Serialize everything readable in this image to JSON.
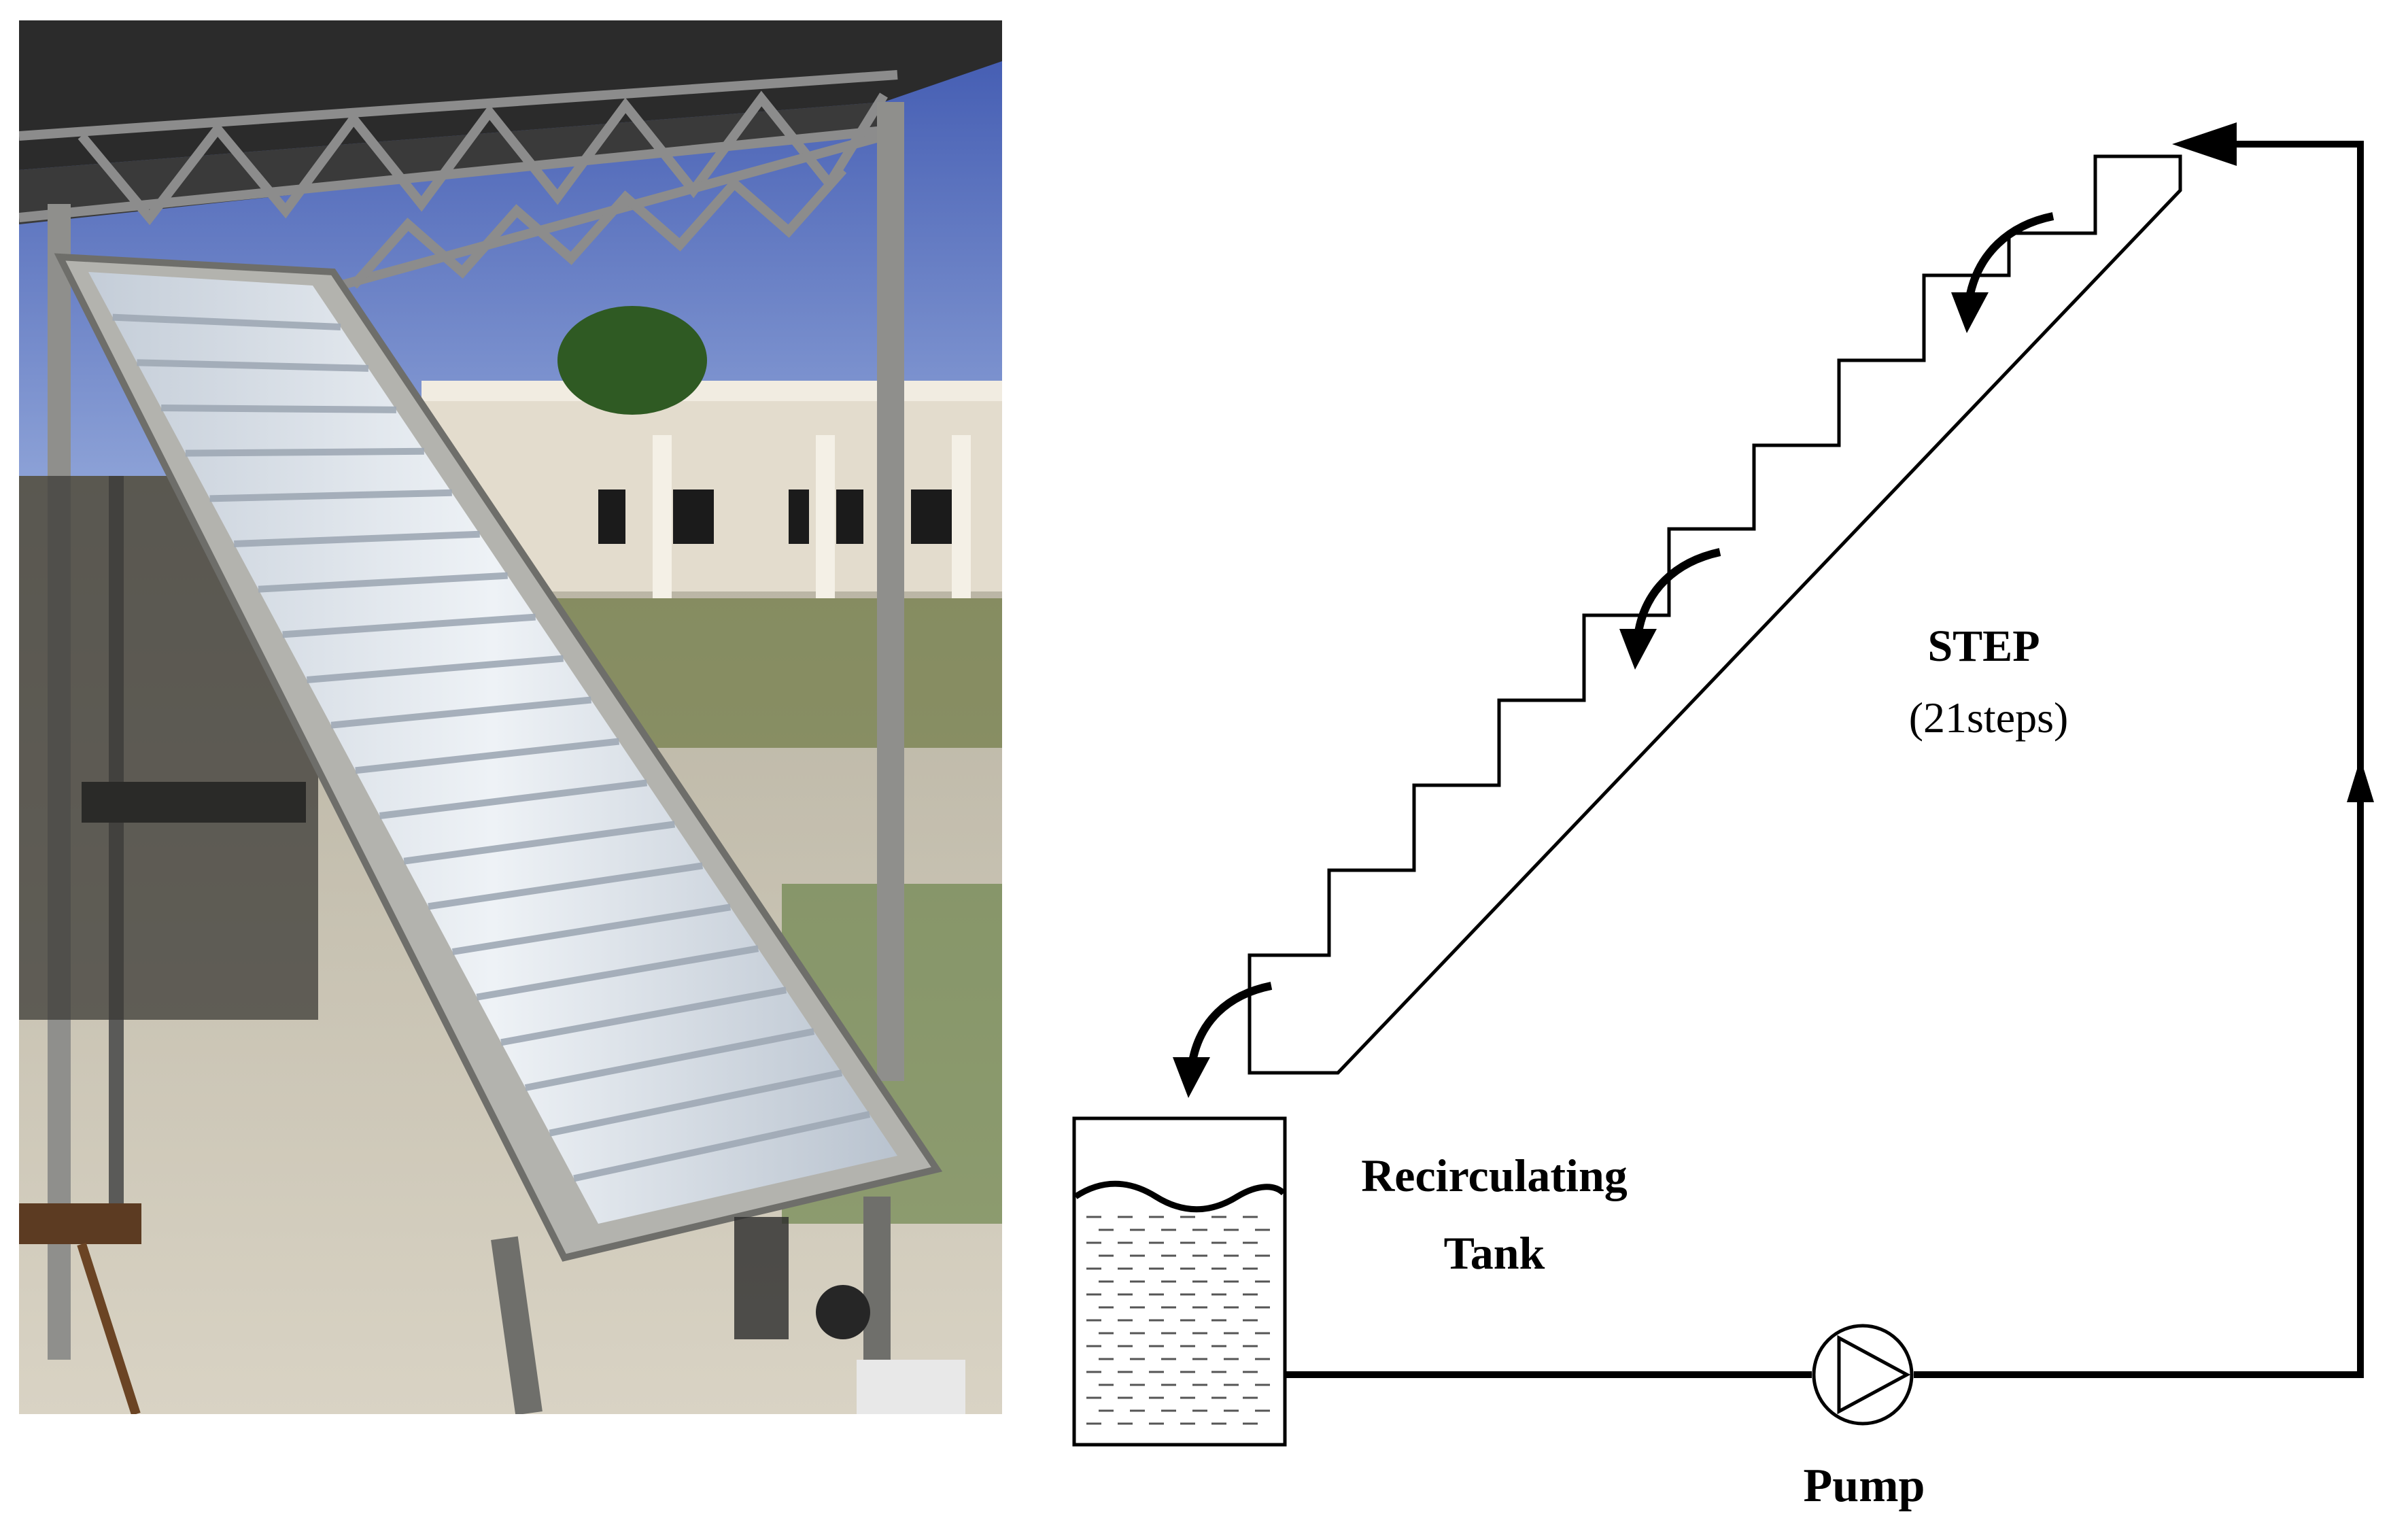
{
  "photo": {
    "description_hidden": ""
  },
  "diagram": {
    "step_title": "STEP",
    "step_count": "(21steps)",
    "tank_label_line1": "Recirculating",
    "tank_label_line2": "Tank",
    "pump_label": "Pump"
  },
  "colors": {
    "line": "#000000",
    "sky": "#4a63b8",
    "canopy": "#2c2c2c",
    "tree": "#2f5a23",
    "ground": "#cfc8b8",
    "building": "#ddd6c6",
    "panel_water": "#dce4ec",
    "frame_metal": "#a8a8a4"
  }
}
